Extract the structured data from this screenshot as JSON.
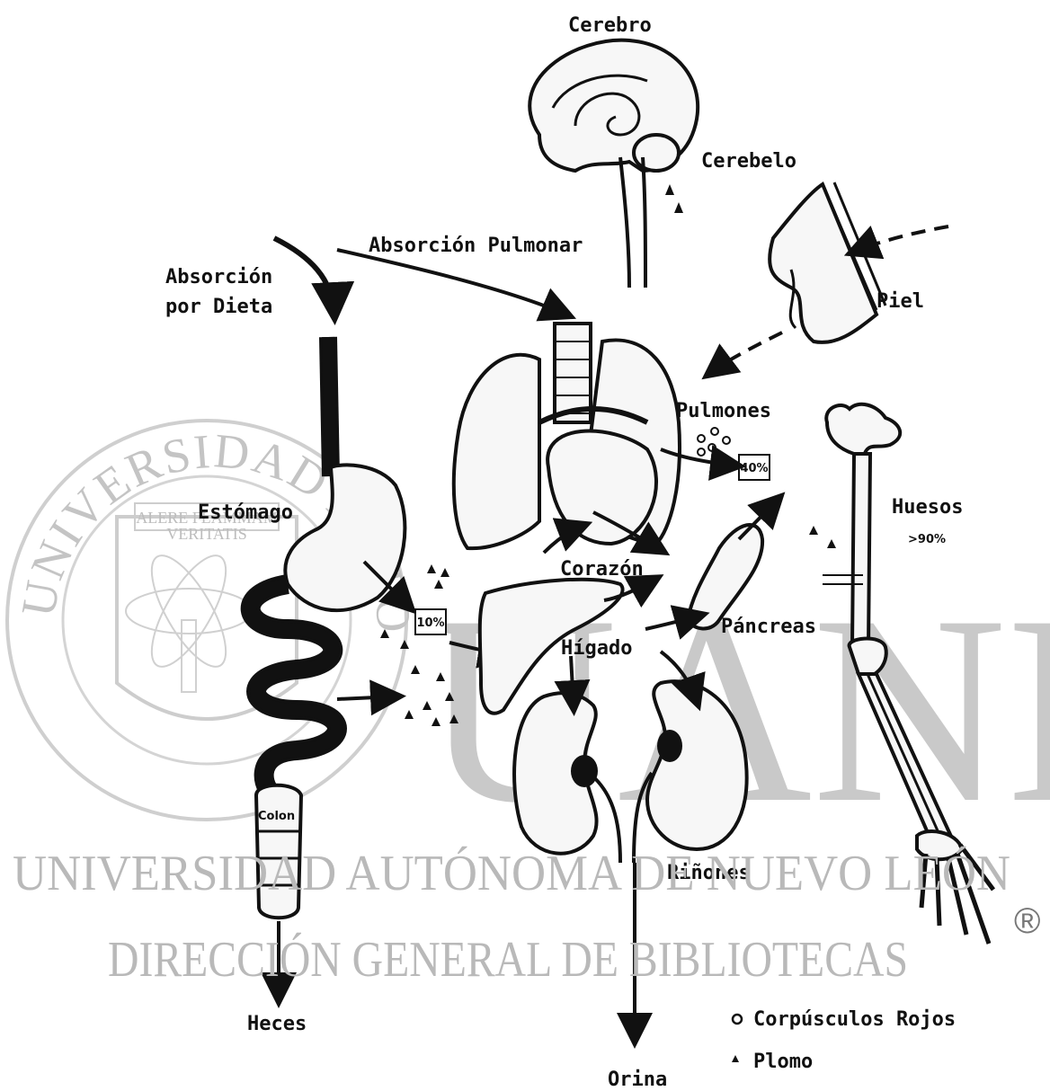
{
  "labels": {
    "cerebro": "Cerebro",
    "cerebelo": "Cerebelo",
    "absorcion_pulmonar": "Absorción Pulmonar",
    "absorcion_dieta_1": "Absorción",
    "absorcion_dieta_2": "por Dieta",
    "piel": "Piel",
    "pulmones": "Pulmones",
    "estomago": "Estómago",
    "huesos": "Huesos",
    "huesos_pct": ">90%",
    "corazon": "Corazón",
    "pancreas": "Páncreas",
    "higado": "Hígado",
    "colon": "Colon",
    "rinones": "Riñones",
    "heces": "Heces",
    "orina": "Orina",
    "pct_pulmon": "40%",
    "pct_intestino": "10%"
  },
  "legend": {
    "corpusculos": "Corpúsculos Rojos",
    "plomo": "Plomo"
  },
  "watermark": {
    "arc_text": "UNIVERSIDAD AUTONOMA DE NUEVO LEON",
    "motto_1": "ALERE FLAMMAM",
    "motto_2": "VERITATIS",
    "big": "UANL",
    "line1": "UNIVERSIDAD AUTÓNOMA DE NUEVO LEÓN",
    "line2": "DIRECCIÓN GENERAL DE BIBLIOTECAS",
    "registered": "®"
  }
}
